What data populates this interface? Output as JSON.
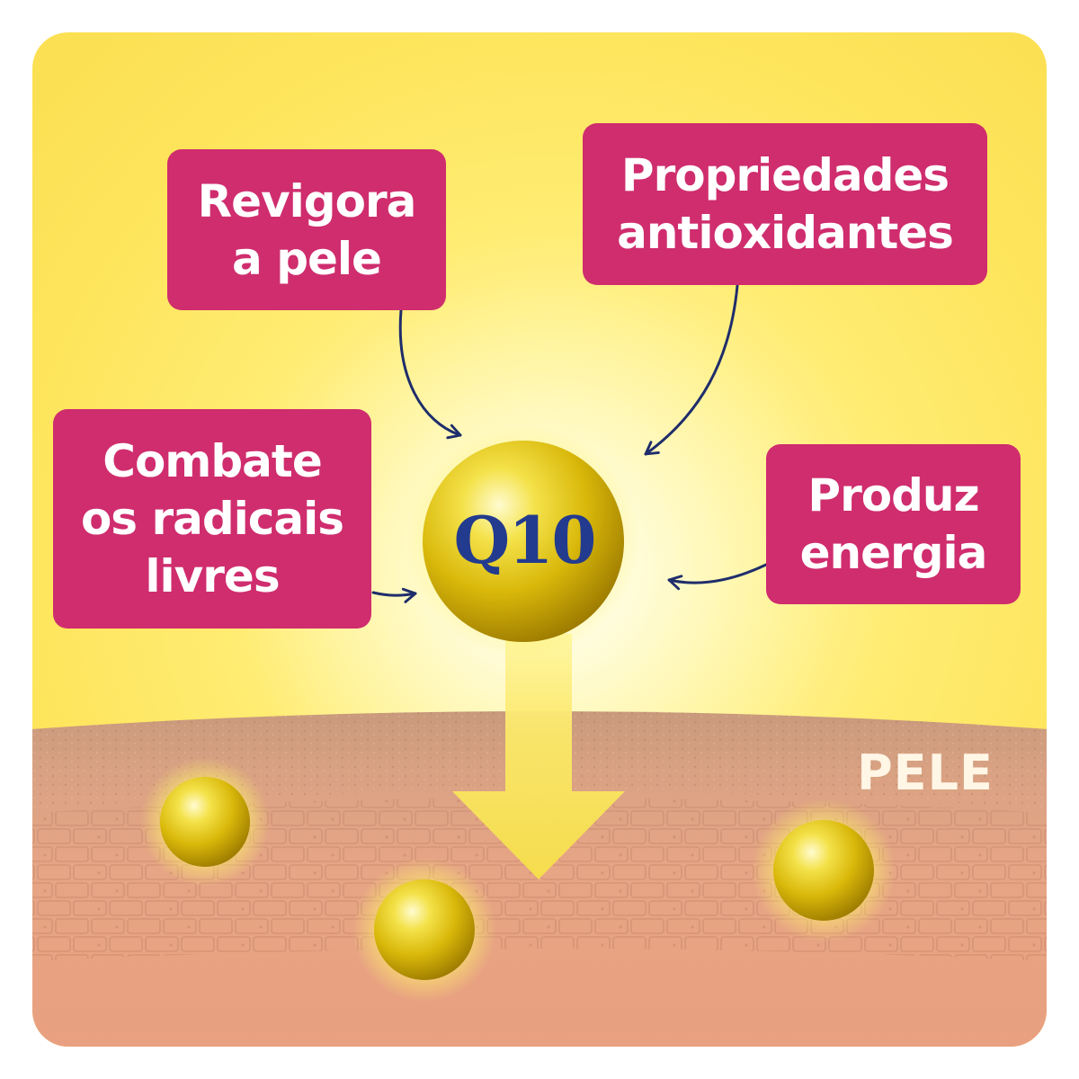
{
  "benefits": {
    "revigora": {
      "line1": "Revigora",
      "line2": "a pele"
    },
    "propriedades": {
      "line1": "Propriedades",
      "line2": "antioxidantes"
    },
    "combate": {
      "line1": "Combate",
      "line2": "os radicais",
      "line3": "livres"
    },
    "produz": {
      "line1": "Produz",
      "line2": "energia"
    }
  },
  "molecule": {
    "label": "Q10"
  },
  "skin": {
    "label": "PELE"
  },
  "colors": {
    "box": "#cf2d6e",
    "arrow": "#1f2d6b",
    "molecule_text": "#233b8e",
    "background": "#fde45a",
    "skin": "#e8a485"
  },
  "icons": [
    "curved-arrow-icon",
    "down-arrow-icon",
    "molecule-sphere-icon",
    "brick-wall-icon"
  ]
}
